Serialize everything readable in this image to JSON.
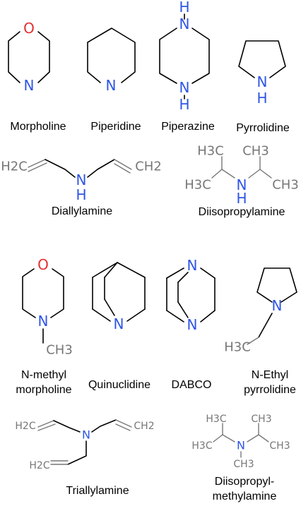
{
  "molecules": {
    "morpholine": {
      "name": "Morpholine",
      "atoms": {
        "o": "O",
        "n": "N"
      }
    },
    "piperidine": {
      "name": "Piperidine",
      "atoms": {
        "n": "N"
      }
    },
    "piperazine": {
      "name": "Piperazine",
      "atoms": {
        "h_top": "H",
        "n_top": "N",
        "n_bottom": "N",
        "h_bottom": "H"
      }
    },
    "pyrrolidine": {
      "name": "Pyrrolidine",
      "atoms": {
        "n": "N",
        "h": "H"
      }
    },
    "diallylamine": {
      "name": "Diallylamine",
      "atoms": {
        "ch2_left": "H2C",
        "n": "N",
        "h": "H",
        "ch2_right": "CH2"
      }
    },
    "diisopropylamine": {
      "name": "Diisopropylamine",
      "atoms": {
        "ch3_tl": "H3C",
        "ch3_tr": "CH3",
        "ch3_bl": "H3C",
        "ch3_br": "CH3",
        "n": "N",
        "h": "H"
      }
    },
    "n_methyl_morpholine": {
      "name_line1": "N-methyl",
      "name_line2": "morpholine",
      "atoms": {
        "o": "O",
        "n": "N",
        "ch3": "CH3"
      }
    },
    "quinuclidine": {
      "name": "Quinuclidine",
      "atoms": {
        "n": "N"
      }
    },
    "dabco": {
      "name": "DABCO",
      "atoms": {
        "n_top": "N",
        "n_bottom": "N"
      }
    },
    "n_ethyl_pyrrolidine": {
      "name_line1": "N-Ethyl",
      "name_line2": "pyrrolidine",
      "atoms": {
        "n": "N",
        "h3c": "H3C"
      }
    },
    "triallylamine": {
      "name": "Triallylamine",
      "atoms": {
        "h2c_top": "H2C",
        "ch2_right": "CH2",
        "h2c_bottom": "H2C",
        "n": "N"
      }
    },
    "diisopropyl_methylamine": {
      "name_line1": "Diisopropyl-",
      "name_line2": "methylamine",
      "atoms": {
        "ch3_tl": "H3C",
        "ch3_tr": "CH3",
        "ch3_ml": "H3C",
        "ch3_mr": "CH3",
        "n": "N",
        "ch3_b": "CH3"
      }
    }
  }
}
